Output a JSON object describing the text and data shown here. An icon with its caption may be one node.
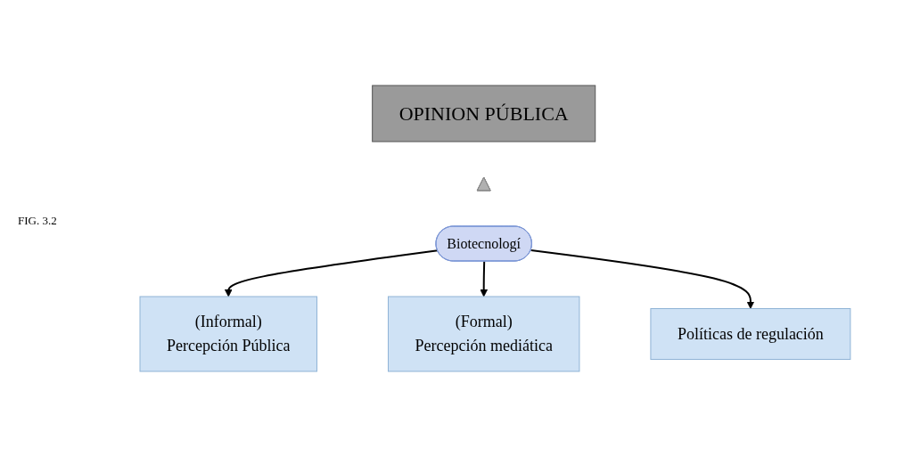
{
  "diagram": {
    "nodes": [
      {
        "text": [
          "OPINION PÚBLICA"
        ]
      },
      {
        "text": [],
        "shape": "triangle"
      },
      {
        "text": [
          "Biotecnologí"
        ]
      },
      {
        "text": [
          "(Informal)",
          "Percepción Pública"
        ]
      },
      {
        "text": [
          "(Formal)",
          "Percepción mediática"
        ]
      },
      {
        "text": [
          "Políticas de regulación"
        ]
      }
    ],
    "edges": [
      {
        "from": 2,
        "to": 3,
        "arrow": "to"
      },
      {
        "from": 2,
        "to": 4,
        "arrow": "to"
      },
      {
        "from": 2,
        "to": 5,
        "arrow": "to"
      }
    ],
    "labels": [
      "FIG. 3.2"
    ]
  }
}
